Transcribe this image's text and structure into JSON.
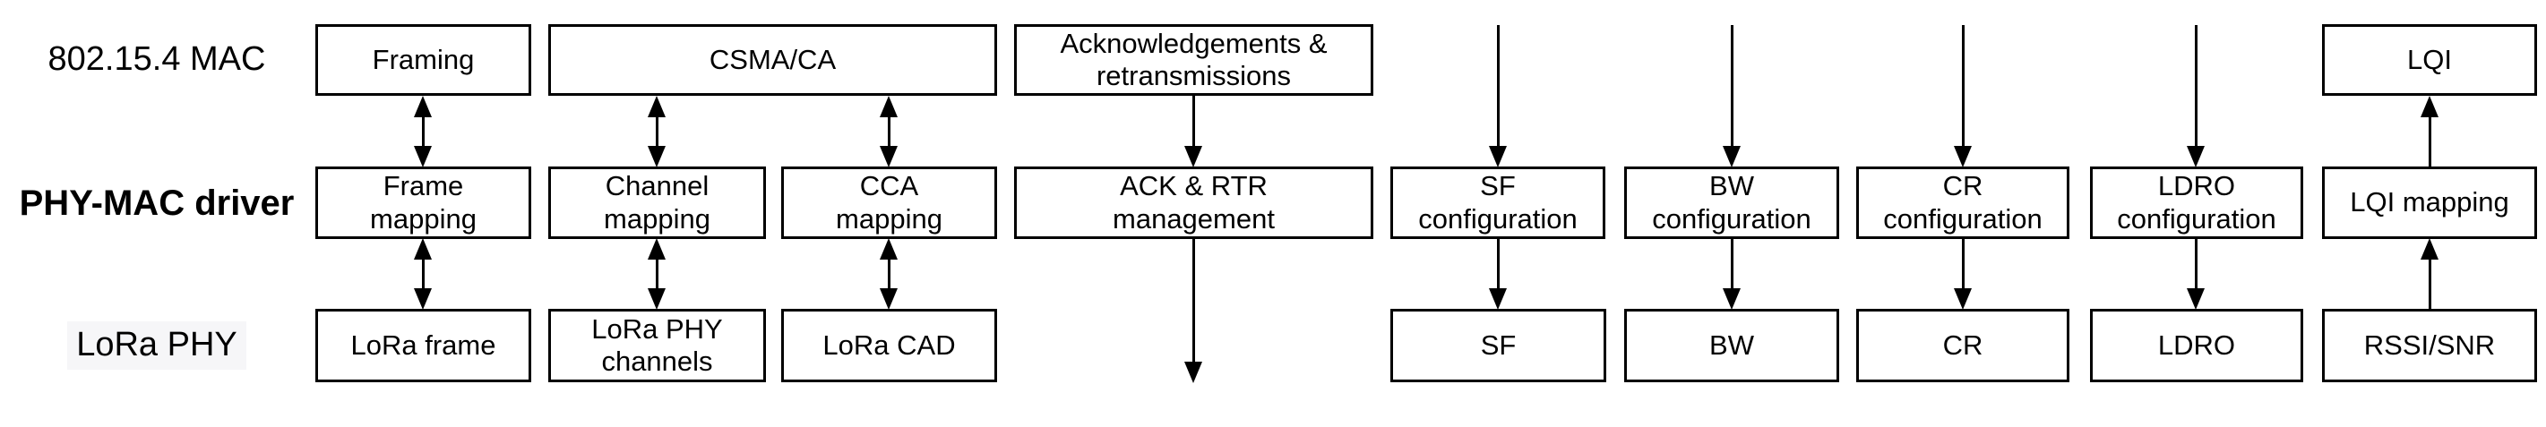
{
  "colors": {
    "background": "#ffffff",
    "line": "#000000",
    "text": "#000000",
    "phy_label_highlight": "#f6f6f8"
  },
  "layers": {
    "mac": {
      "label": "802.15.4 MAC"
    },
    "driver": {
      "label": "PHY-MAC driver"
    },
    "phy": {
      "label": "LoRa PHY"
    }
  },
  "boxes": {
    "framing": "Framing",
    "csma_ca": "CSMA/CA",
    "ack_retransmissions": "Acknowledgements &\nretransmissions",
    "lqi": "LQI",
    "frame_mapping": "Frame\nmapping",
    "channel_mapping": "Channel\nmapping",
    "cca_mapping": "CCA\nmapping",
    "ack_rtr_management": "ACK & RTR\nmanagement",
    "sf_configuration": "SF\nconfiguration",
    "bw_configuration": "BW\nconfiguration",
    "cr_configuration": "CR\nconfiguration",
    "ldro_configuration": "LDRO\nconfiguration",
    "lqi_mapping": "LQI mapping",
    "lora_frame": "LoRa frame",
    "lora_phy_channels": "LoRa PHY\nchannels",
    "lora_cad": "LoRa CAD",
    "sf": "SF",
    "bw": "BW",
    "cr": "CR",
    "ldro": "LDRO",
    "rssi_snr": "RSSI/SNR"
  }
}
